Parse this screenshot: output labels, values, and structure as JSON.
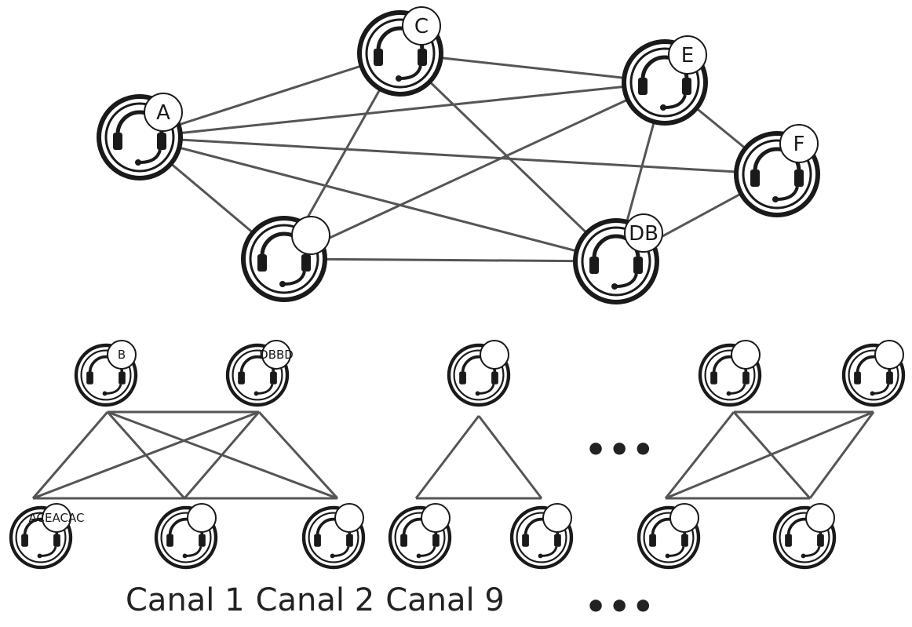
{
  "badges": {
    "top_a": "A",
    "top_c": "C",
    "top_e": "E",
    "top_f": "F",
    "top_b": "",
    "top_db": "DB",
    "g1_b": "B",
    "g1_dbbd": "DBBD",
    "g1_aceacac": "ACEACAC",
    "g1_mid": "",
    "g1_right": ""
  },
  "channels": [
    "Canal 1",
    "Canal 2",
    "Canal 9"
  ],
  "ellipsis_middle": "•••",
  "ellipsis_bottom": "•••"
}
